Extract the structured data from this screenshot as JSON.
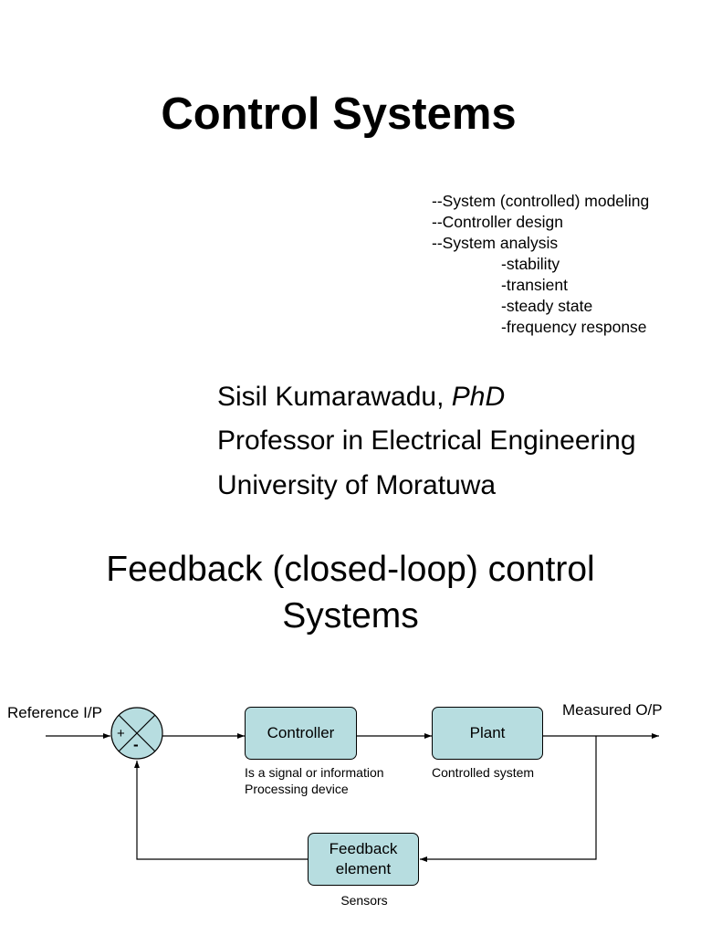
{
  "title": "Control Systems",
  "topics": [
    "--System (controlled) modeling",
    "--Controller design",
    "--System analysis"
  ],
  "subtopics": [
    "-stability",
    "-transient",
    "-steady state",
    "-frequency response"
  ],
  "author": {
    "name": "Sisil Kumarawadu, ",
    "degree": "PhD",
    "position": "Professor in Electrical Engineering",
    "affiliation": "University of Moratuwa"
  },
  "section": {
    "title_line1": "Feedback (closed-loop) control",
    "title_line2": "Systems"
  },
  "diagram": {
    "reference_label": "Reference I/P",
    "output_label": "Measured O/P",
    "plus_sign": "+",
    "minus_sign": "-",
    "controller": {
      "label": "Controller",
      "desc_line1": "Is a signal or information",
      "desc_line2": "Processing device"
    },
    "plant": {
      "label": "Plant",
      "desc": "Controlled system"
    },
    "feedback": {
      "label_line1": "Feedback",
      "label_line2": "element",
      "desc": "Sensors"
    }
  },
  "colors": {
    "box_fill": "#b7dde0",
    "summing_fill": "#b7dde0",
    "line": "#000000"
  }
}
